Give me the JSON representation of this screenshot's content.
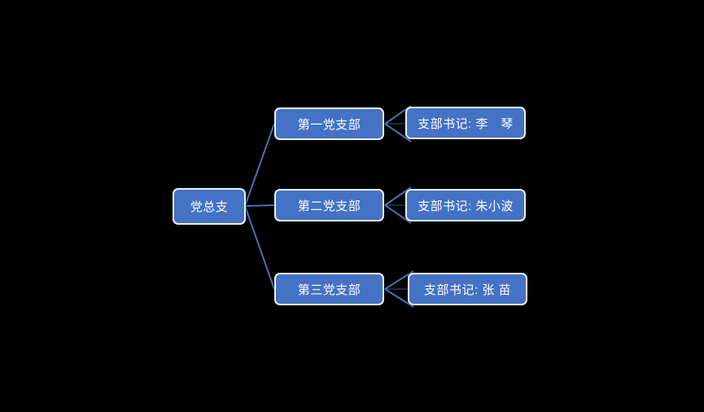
{
  "diagram": {
    "type": "org-chart",
    "background": "#000000",
    "colors": {
      "node_fill": "#4472C4",
      "node_border": "#ECF1F9",
      "node_text": "#FFFFFF",
      "connector": "#4A6FB5"
    },
    "nodes": {
      "root": {
        "label": "党总支"
      },
      "branches": [
        {
          "label": "第一党支部",
          "secretary": "支部书记: 李　琴"
        },
        {
          "label": "第二党支部",
          "secretary": "支部书记: 朱小波"
        },
        {
          "label": "第三党支部",
          "secretary": "支部书记: 张 苗"
        }
      ]
    },
    "edges": [
      {
        "from": "党总支",
        "to": "第一党支部",
        "style": "straight"
      },
      {
        "from": "党总支",
        "to": "第二党支部",
        "style": "straight"
      },
      {
        "from": "党总支",
        "to": "第三党支部",
        "style": "straight"
      },
      {
        "from": "支部书记: 李　琴",
        "to": "第一党支部",
        "style": "open-arrow-left"
      },
      {
        "from": "支部书记: 朱小波",
        "to": "第二党支部",
        "style": "open-arrow-left"
      },
      {
        "from": "支部书记: 张 苗",
        "to": "第三党支部",
        "style": "open-arrow-left"
      }
    ]
  }
}
